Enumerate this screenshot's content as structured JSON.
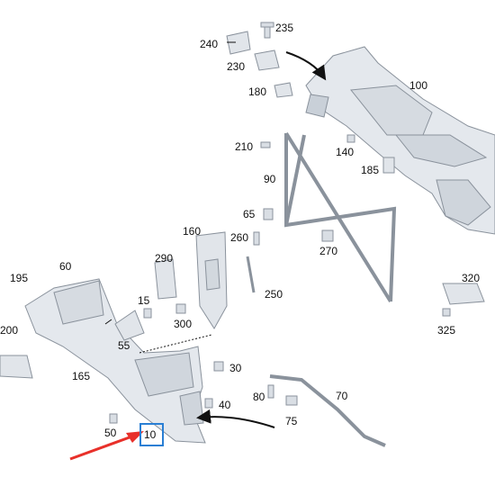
{
  "diagram": {
    "labels": {
      "l235": "235",
      "l240": "240",
      "l230": "230",
      "l100": "100",
      "l180": "180",
      "l210": "210",
      "l140": "140",
      "l185": "185",
      "l90": "90",
      "l160": "160",
      "l65": "65",
      "l260": "260",
      "l270": "270",
      "l290": "290",
      "l60": "60",
      "l195": "195",
      "l200": "200",
      "l15": "15",
      "l300": "300",
      "l250": "250",
      "l320": "320",
      "l325": "325",
      "l55": "55",
      "l165": "165",
      "l30": "30",
      "l80": "80",
      "l70": "70",
      "l40": "40",
      "l75": "75",
      "l50": "50",
      "l10": "10"
    },
    "highlighted_part": "10",
    "colors": {
      "part_fill": "#e4e8ed",
      "part_stroke": "#8a929c",
      "pointer_arrow": "#e8302a",
      "highlight": "#2a7fd4",
      "label_text": "#111111"
    }
  }
}
